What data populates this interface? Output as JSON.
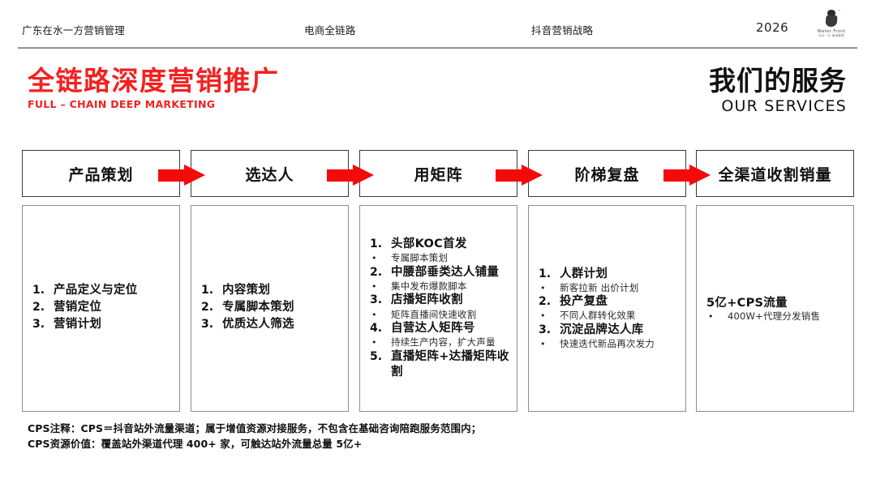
{
  "header": {
    "left_label": "广东在水一方营销管理",
    "mid_label_1": "电商全链路",
    "mid_label_2": "抖音营销战略",
    "year": "2026",
    "logo_text_1": "Water Front",
    "logo_text_2": "在水一方·营销管理"
  },
  "titles": {
    "main_cn": "全链路深度营销推广",
    "main_en": "FULL – CHAIN DEEP MARKETING",
    "service_cn": "我们的服务",
    "service_en": "OUR SERVICES"
  },
  "colors": {
    "accent_red": "#f42020",
    "arrow_red": "#f50a0a",
    "header_border": "#3a3a3a",
    "body_border": "#8c8c8c",
    "text": "#111111"
  },
  "stages": [
    {
      "title": "产品策划",
      "items": [
        {
          "type": "num",
          "idx": "1.",
          "text": "产品定义与定位"
        },
        {
          "type": "num",
          "idx": "2.",
          "text": "营销定位"
        },
        {
          "type": "num",
          "idx": "3.",
          "text": "营销计划"
        }
      ]
    },
    {
      "title": "选达人",
      "items": [
        {
          "type": "num",
          "idx": "1.",
          "text": "内容策划"
        },
        {
          "type": "num",
          "idx": "2.",
          "text": "专属脚本策划"
        },
        {
          "type": "num",
          "idx": "3.",
          "text": "优质达人筛选"
        }
      ]
    },
    {
      "title": "用矩阵",
      "items": [
        {
          "type": "num",
          "idx": "1.",
          "text": "头部KOC首发"
        },
        {
          "type": "sub",
          "idx": "•",
          "text": "专属脚本策划"
        },
        {
          "type": "num",
          "idx": "2.",
          "text": "中腰部垂类达人铺量"
        },
        {
          "type": "sub",
          "idx": "•",
          "text": "集中发布爆款脚本"
        },
        {
          "type": "num",
          "idx": "3.",
          "text": "店播矩阵收割"
        },
        {
          "type": "sub",
          "idx": "•",
          "text": "矩阵直播间快速收割"
        },
        {
          "type": "num",
          "idx": "4.",
          "text": "自营达人矩阵号"
        },
        {
          "type": "sub",
          "idx": "•",
          "text": "持续生产内容，扩大声量"
        },
        {
          "type": "num",
          "idx": "5.",
          "text": "直播矩阵+达播矩阵收割"
        }
      ]
    },
    {
      "title": "阶梯复盘",
      "items": [
        {
          "type": "num",
          "idx": "1.",
          "text": "人群计划"
        },
        {
          "type": "sub",
          "idx": "•",
          "text": "新客拉新 出价计划"
        },
        {
          "type": "num",
          "idx": "2.",
          "text": "投产复盘"
        },
        {
          "type": "sub",
          "idx": "•",
          "text": "不同人群转化效果"
        },
        {
          "type": "num",
          "idx": "3.",
          "text": "沉淀品牌达人库"
        },
        {
          "type": "sub",
          "idx": "•",
          "text": "快速迭代新品再次发力"
        }
      ]
    },
    {
      "title": "全渠道收割销量",
      "items": [
        {
          "type": "head",
          "idx": "",
          "text": "5亿+CPS流量"
        },
        {
          "type": "sub",
          "idx": "•",
          "text": "400W+代理分发销售"
        }
      ]
    }
  ],
  "footnotes": [
    "CPS注释：CPS＝抖音站外流量渠道；属于增值资源对接服务，不包含在基础咨询陪跑服务范围内；",
    "CPS资源价值：覆盖站外渠道代理 400+ 家，可触达站外流量总量 5亿+"
  ]
}
